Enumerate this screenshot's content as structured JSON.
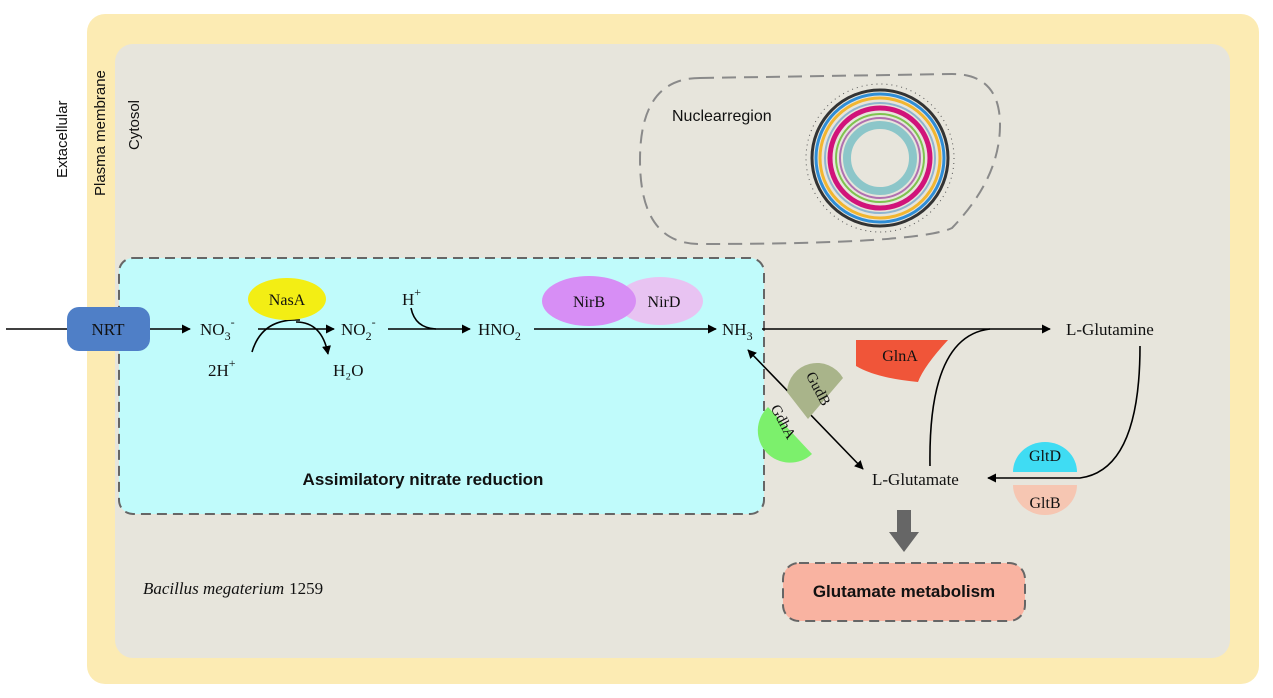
{
  "labels": {
    "extracellular": "Extacellular",
    "plasma_membrane": "Plasma membrane",
    "cytosol": "Cytosol",
    "nuclear_region": "Nuclearregion",
    "pathway_title": "Assimilatory nitrate reduction",
    "organism_name": "Bacillus megaterium",
    "organism_strain": "1259"
  },
  "transporter": {
    "name": "NRT"
  },
  "enzymes": {
    "nasA": "NasA",
    "nirB": "NirB",
    "nirD": "NirD",
    "glnA": "GlnA",
    "gudB": "GudB",
    "gdhA": "GdhA",
    "gltD": "GltD",
    "gltB": "GltB"
  },
  "metabolites": {
    "no3": {
      "base": "NO",
      "sub": "3",
      "sup": "-"
    },
    "no2": {
      "base": "NO",
      "sub": "2",
      "sup": "-"
    },
    "hno2": {
      "base": "HNO",
      "sub": "2"
    },
    "nh3": {
      "base": "NH",
      "sub": "3"
    },
    "h_plus": {
      "base": "H",
      "sup": "+"
    },
    "two_h_plus": {
      "base": "2H",
      "sup": "+"
    },
    "water": "H₂O",
    "l_glutamine": "L-Glutamine",
    "l_glutamate": "L-Glutamate"
  },
  "outcome": {
    "label": "Glutamate metabolism"
  },
  "colors": {
    "membrane": "#fcebb3",
    "cytosol": "#e7e5dc",
    "pathway_box": "#c0fbfb",
    "nrt": "#4f7fc7",
    "nasA": "#f3ee14",
    "nirB": "#d78ef5",
    "nirD": "#e8c3f2",
    "glnA": "#f05539",
    "gudB": "#a9b48a",
    "gdhA": "#7cf06c",
    "gltD": "#3fdcf3",
    "gltB": "#f6c6b2",
    "outcome": "#f9b3a1"
  }
}
